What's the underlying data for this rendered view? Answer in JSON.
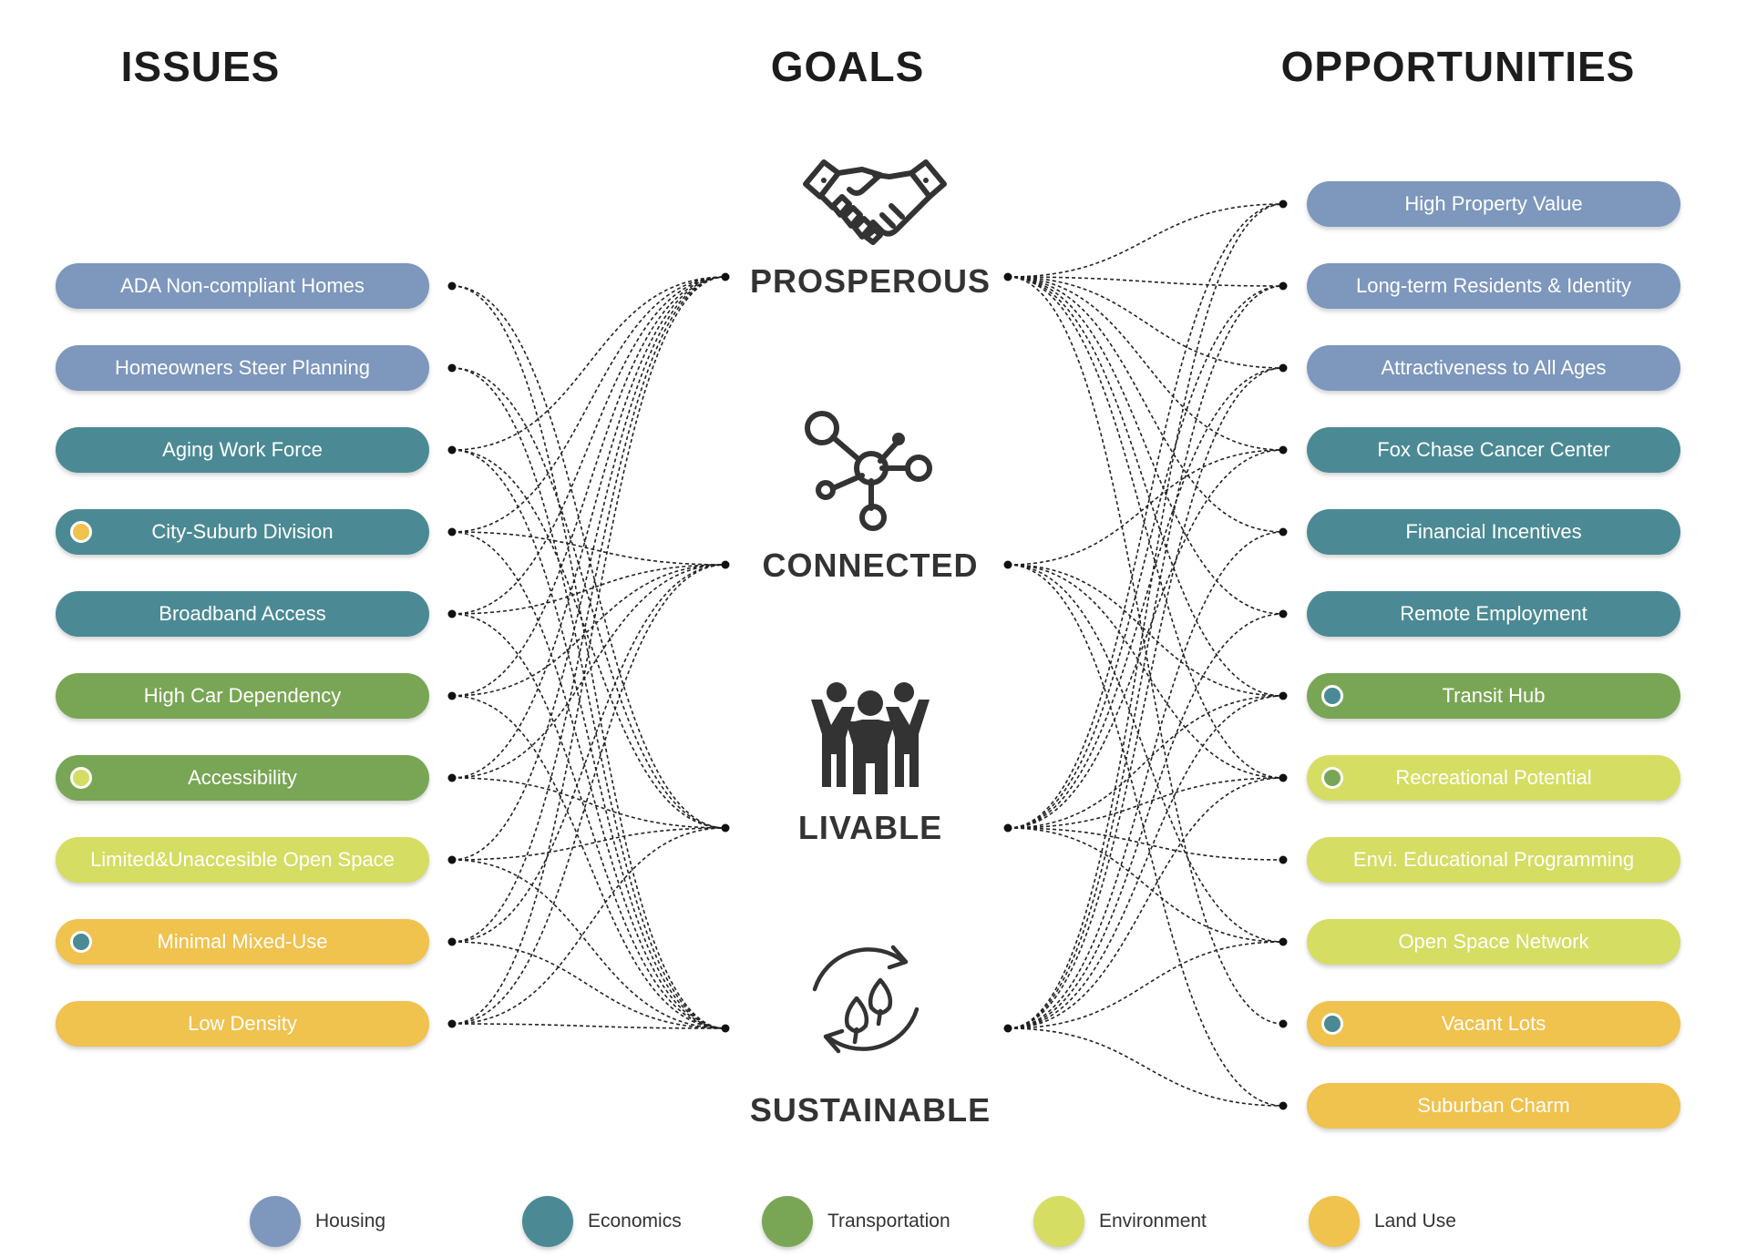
{
  "headers": {
    "issues": "ISSUES",
    "goals": "GOALS",
    "opportunities": "OPPORTUNITIES"
  },
  "colors": {
    "housing": "#7d97bd",
    "economics": "#4b8a94",
    "transportation": "#79a655",
    "environment": "#d5dd63",
    "land_use": "#f0c24e"
  },
  "goals": [
    {
      "label": "PROSPEROUS",
      "icon": "handshake-icon"
    },
    {
      "label": "CONNECTED",
      "icon": "network-icon"
    },
    {
      "label": "LIVABLE",
      "icon": "people-icon"
    },
    {
      "label": "SUSTAINABLE",
      "icon": "recycle-leaves-icon"
    }
  ],
  "issues": [
    {
      "label": "ADA Non-compliant Homes",
      "category": "housing"
    },
    {
      "label": "Homeowners Steer Planning",
      "category": "housing"
    },
    {
      "label": "Aging Work Force",
      "category": "economics"
    },
    {
      "label": "City-Suburb Division",
      "category": "economics",
      "dot": "land_use"
    },
    {
      "label": "Broadband Access",
      "category": "economics"
    },
    {
      "label": "High Car Dependency",
      "category": "transportation"
    },
    {
      "label": "Accessibility",
      "category": "transportation",
      "dot": "environment"
    },
    {
      "label": "Limited&Unaccesible Open Space",
      "category": "environment"
    },
    {
      "label": "Minimal Mixed-Use",
      "category": "land_use",
      "dot": "economics"
    },
    {
      "label": "Low Density",
      "category": "land_use"
    }
  ],
  "opportunities": [
    {
      "label": "High Property Value",
      "category": "housing"
    },
    {
      "label": "Long-term Residents & Identity",
      "category": "housing"
    },
    {
      "label": "Attractiveness to All Ages",
      "category": "housing"
    },
    {
      "label": "Fox Chase Cancer Center",
      "category": "economics"
    },
    {
      "label": "Financial Incentives",
      "category": "economics"
    },
    {
      "label": "Remote Employment",
      "category": "economics"
    },
    {
      "label": "Transit Hub",
      "category": "transportation",
      "dot": "economics"
    },
    {
      "label": "Recreational Potential",
      "category": "environment",
      "dot": "transportation"
    },
    {
      "label": "Envi. Educational Programming",
      "category": "environment"
    },
    {
      "label": "Open Space Network",
      "category": "environment"
    },
    {
      "label": "Vacant Lots",
      "category": "land_use",
      "dot": "economics"
    },
    {
      "label": "Suburban Charm",
      "category": "land_use"
    }
  ],
  "issue_links": [
    {
      "issue": 0,
      "goals": [
        2,
        3
      ]
    },
    {
      "issue": 1,
      "goals": [
        2,
        3
      ]
    },
    {
      "issue": 2,
      "goals": [
        0,
        2,
        3
      ]
    },
    {
      "issue": 3,
      "goals": [
        0,
        1,
        3
      ]
    },
    {
      "issue": 4,
      "goals": [
        0,
        1,
        3
      ]
    },
    {
      "issue": 5,
      "goals": [
        0,
        1,
        3
      ]
    },
    {
      "issue": 6,
      "goals": [
        0,
        1,
        2
      ]
    },
    {
      "issue": 7,
      "goals": [
        0,
        2,
        3
      ]
    },
    {
      "issue": 8,
      "goals": [
        0,
        1,
        3
      ]
    },
    {
      "issue": 9,
      "goals": [
        0,
        1,
        2,
        3
      ]
    }
  ],
  "opportunity_links": [
    {
      "goal": 0,
      "opportunities": [
        0,
        1,
        2,
        3,
        4,
        5,
        6,
        7,
        10
      ]
    },
    {
      "goal": 1,
      "opportunities": [
        3,
        6,
        7,
        9,
        11
      ]
    },
    {
      "goal": 2,
      "opportunities": [
        0,
        1,
        2,
        3,
        6,
        7,
        8,
        9
      ]
    },
    {
      "goal": 3,
      "opportunities": [
        0,
        1,
        2,
        4,
        5,
        6,
        7,
        9,
        11
      ]
    }
  ],
  "legend": [
    {
      "label": "Housing",
      "category": "housing"
    },
    {
      "label": "Economics",
      "category": "economics"
    },
    {
      "label": "Transportation",
      "category": "transportation"
    },
    {
      "label": "Environment",
      "category": "environment"
    },
    {
      "label": "Land Use",
      "category": "land_use"
    }
  ]
}
